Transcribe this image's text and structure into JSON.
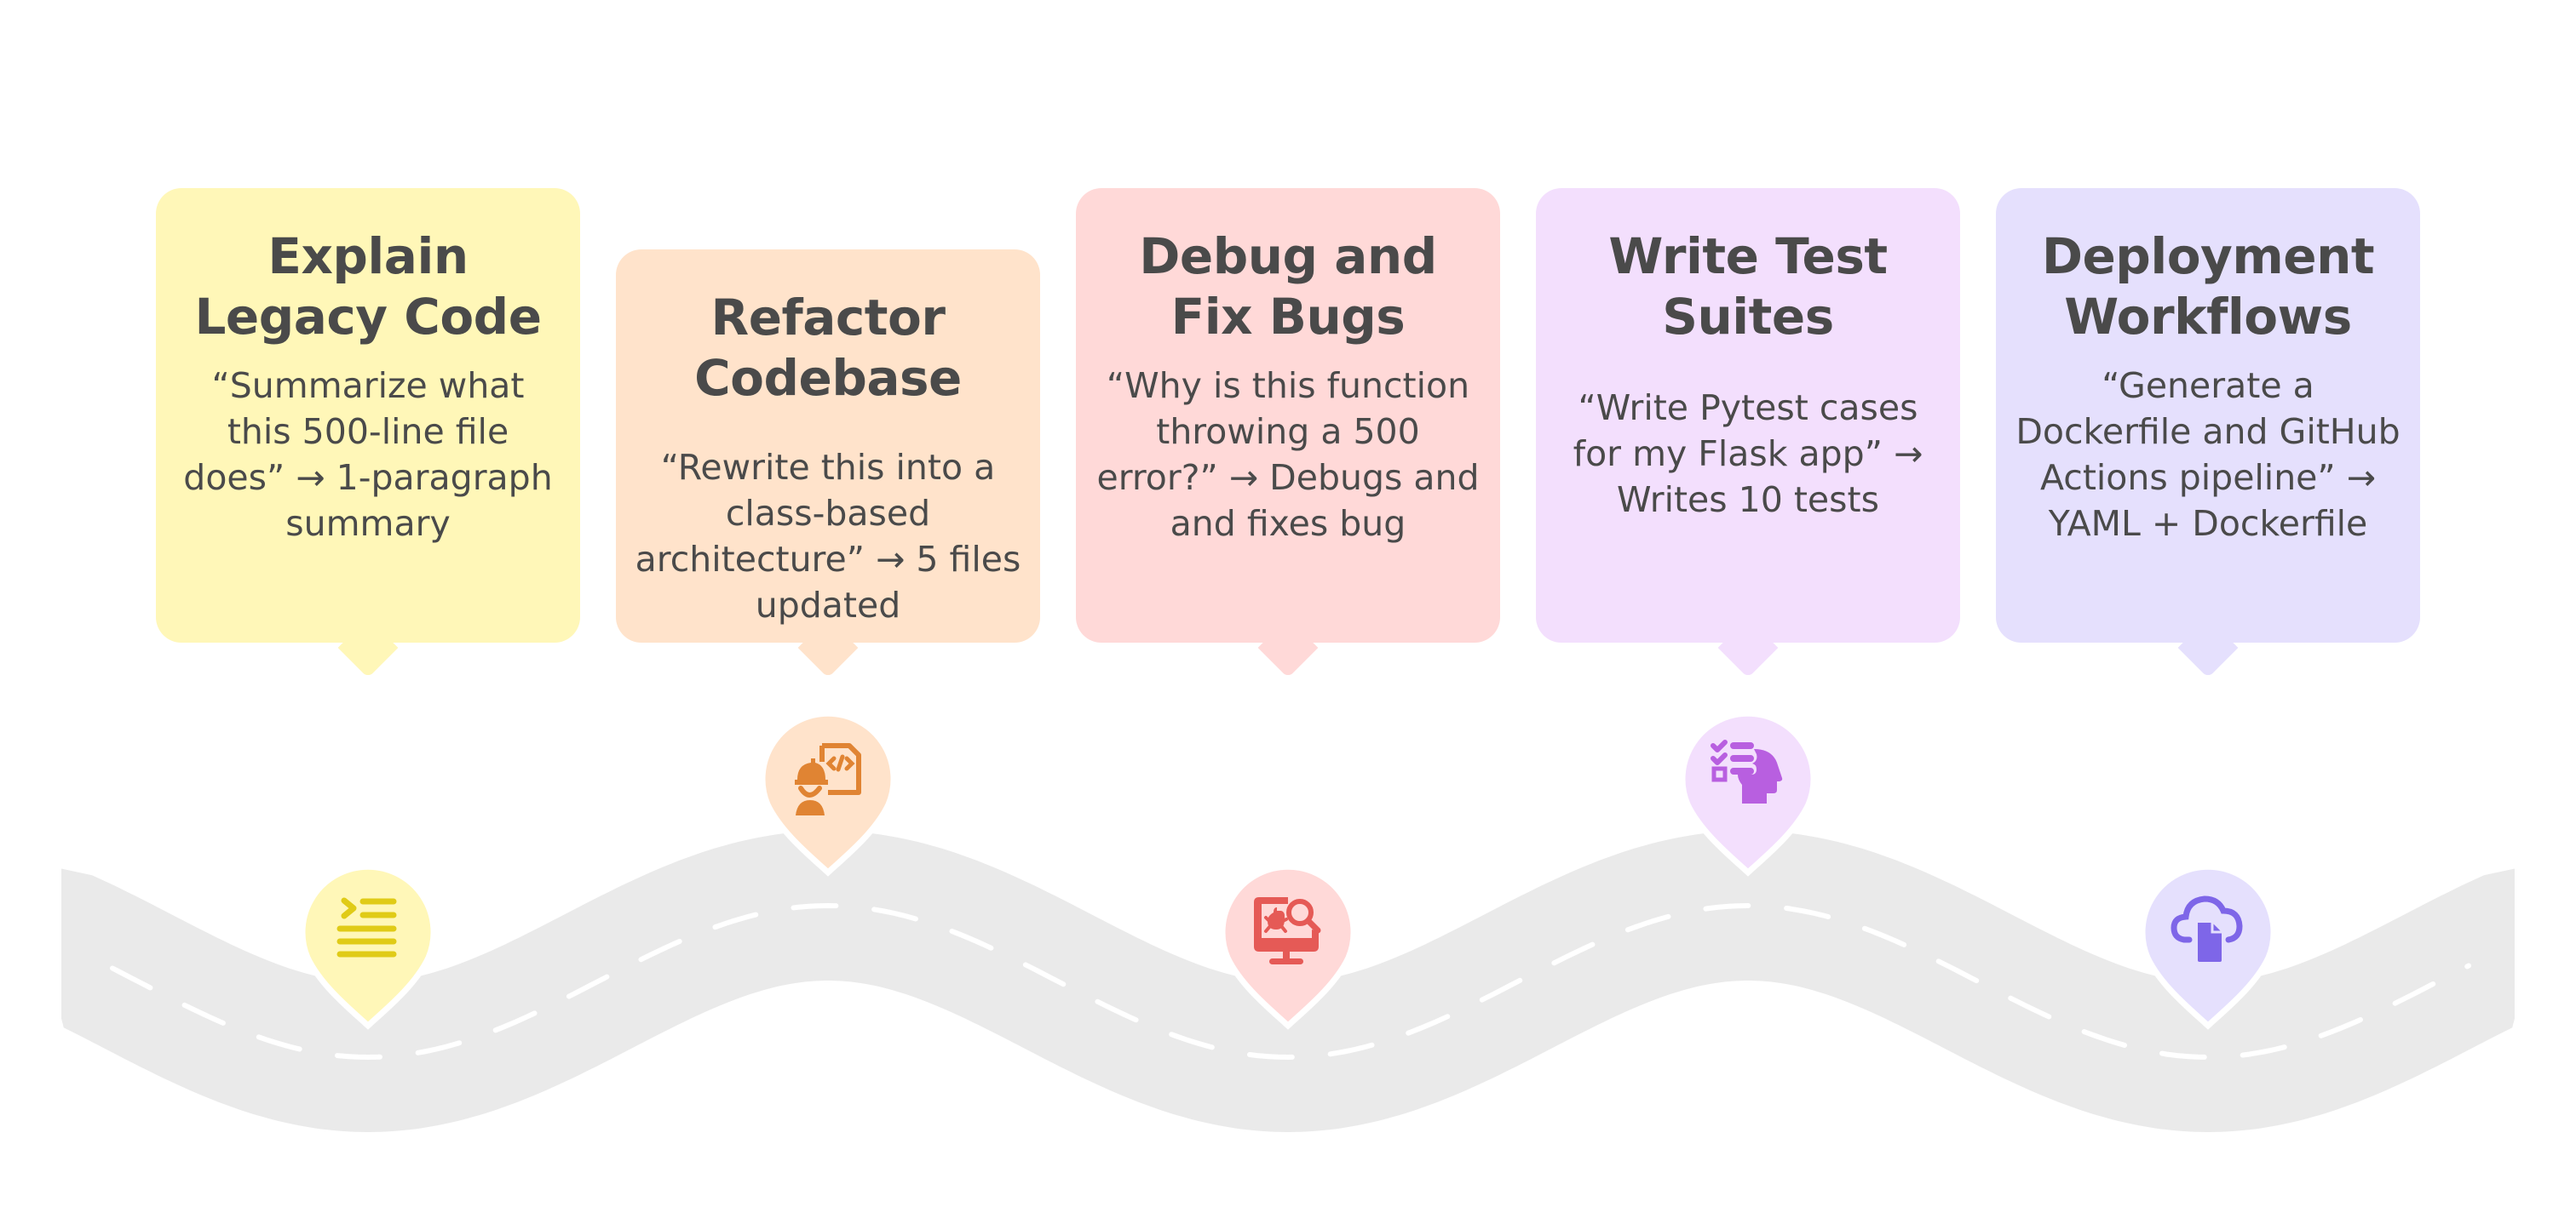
{
  "diagram": {
    "type": "roadmap",
    "road_color": "#EAEAEA",
    "road_marking_color": "#FFFFFF",
    "text_color": "#4A4A4A",
    "steps": [
      {
        "title": "Explain Legacy Code",
        "title_lines": [
          "Explain",
          "Legacy Code"
        ],
        "description": "“Summarize what this 500-line file does” → 1-paragraph summary",
        "icon": "terminal-list-icon",
        "card_color": "#FFF7B8",
        "pin_color": "#FFF7B8",
        "icon_color": "#E0CB17",
        "position": "trough"
      },
      {
        "title": "Refactor Codebase",
        "title_lines": [
          "Refactor",
          "Codebase"
        ],
        "description": "“Rewrite this into a class-based architecture” → 5 files updated",
        "icon": "developer-code-icon",
        "card_color": "#FFE3CB",
        "pin_color": "#FFE3CB",
        "icon_color": "#E08433",
        "position": "crest"
      },
      {
        "title": "Debug and Fix Bugs",
        "title_lines": [
          "Debug and",
          "Fix Bugs"
        ],
        "description": "“Why is this function throwing a 500 error?” → Debugs and and fixes bug",
        "icon": "bug-search-monitor-icon",
        "card_color": "#FFD9D8",
        "pin_color": "#FFD9D8",
        "icon_color": "#E55A56",
        "position": "trough"
      },
      {
        "title": "Write Test Suites",
        "title_lines": [
          "Write Test",
          "Suites"
        ],
        "description": "“Write Pytest cases for my Flask app” → Writes 10 tests",
        "icon": "checklist-head-icon",
        "card_color": "#F3DFFD",
        "pin_color": "#F3DFFD",
        "icon_color": "#B85FE0",
        "position": "crest"
      },
      {
        "title": "Deployment Workflows",
        "title_lines": [
          "Deployment",
          "Workflows"
        ],
        "description": "“Generate a Dockerfile and GitHub Actions pipeline” → YAML + Dockerfile",
        "icon": "cloud-file-icon",
        "card_color": "#E5E0FD",
        "pin_color": "#E5E0FD",
        "icon_color": "#7E66E8",
        "position": "trough"
      }
    ]
  }
}
